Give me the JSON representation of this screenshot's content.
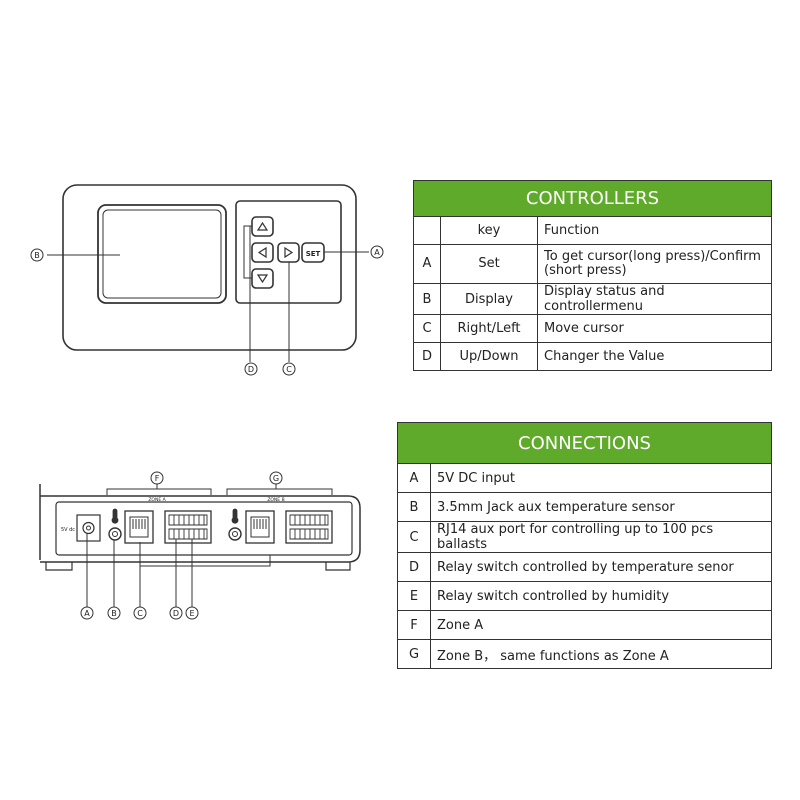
{
  "controllers": {
    "title": "CONTROLLERS",
    "header": {
      "key": "key",
      "function": "Function"
    },
    "rows": [
      {
        "letter": "A",
        "key": "Set",
        "function": "To get cursor(long press)/Confirm (short press)"
      },
      {
        "letter": "B",
        "key": "Display",
        "function": "Display status and controllermenu"
      },
      {
        "letter": "C",
        "key": "Right/Left",
        "function": "Move cursor"
      },
      {
        "letter": "D",
        "key": "Up/Down",
        "function": "Changer the Value"
      }
    ]
  },
  "connections": {
    "title": "CONNECTIONS",
    "rows": [
      {
        "letter": "A",
        "desc": "5V DC input"
      },
      {
        "letter": "B",
        "desc": "3.5mm Jack aux temperature sensor"
      },
      {
        "letter": "C",
        "desc": "RJ14 aux port for controlling up to 100 pcs ballasts"
      },
      {
        "letter": "D",
        "desc": "Relay switch controlled by temperature senor"
      },
      {
        "letter": "E",
        "desc": "Relay switch controlled by humidity"
      },
      {
        "letter": "F",
        "desc": "Zone A"
      },
      {
        "letter": "G",
        "desc": "Zone B， same functions as Zone A"
      }
    ]
  },
  "front_panel": {
    "set_button": "SET",
    "callouts": {
      "set": "A",
      "display": "B",
      "right_left": "C",
      "up_down": "D"
    }
  },
  "back_panel": {
    "power_label": "5V dc",
    "zone_a_label": "ZONE A",
    "zone_b_label": "ZONE B",
    "callouts": [
      "A",
      "B",
      "C",
      "D",
      "E"
    ],
    "zone_callouts": {
      "zone_a": "F",
      "zone_b": "G"
    }
  },
  "colors": {
    "header_green": "#5faa2a",
    "line": "#333333"
  }
}
